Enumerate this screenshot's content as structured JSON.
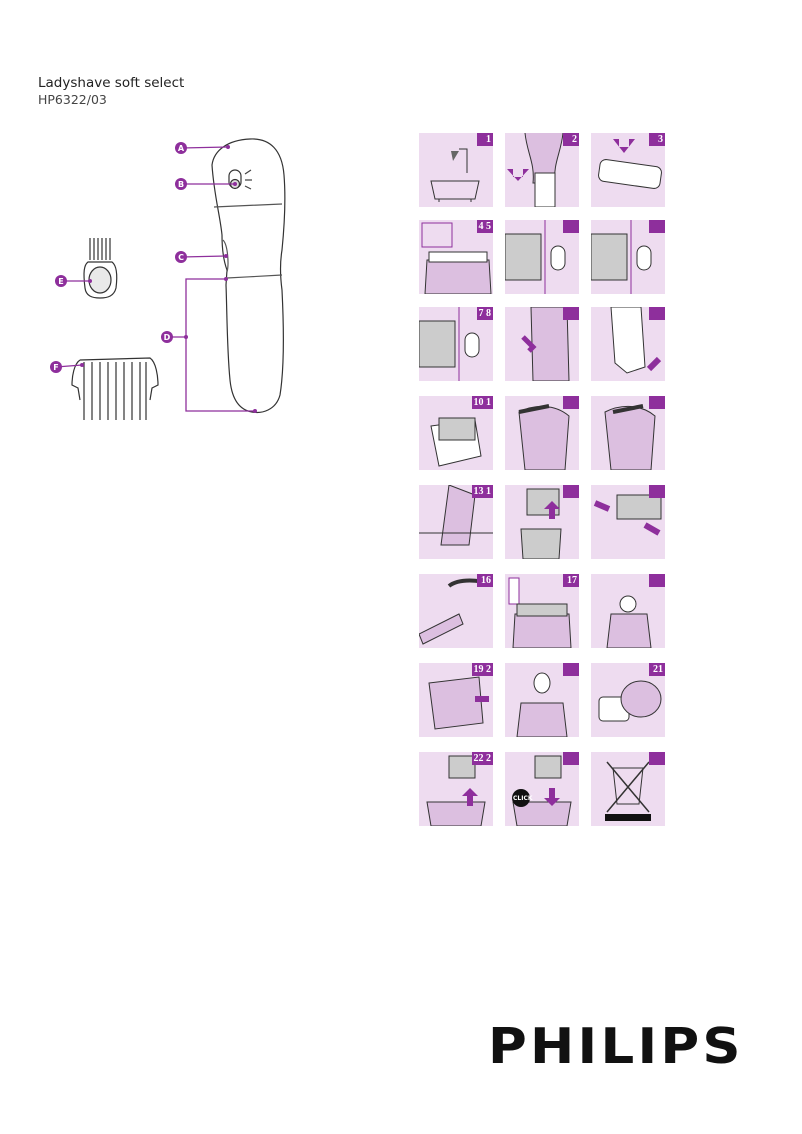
{
  "document": {
    "title": "Ladyshave soft select",
    "model": "HP6322/03"
  },
  "diagram": {
    "accent_color": "#8e2f9c",
    "callouts": [
      "A",
      "B",
      "C",
      "D",
      "E",
      "F"
    ]
  },
  "steps": [
    {
      "label": "1"
    },
    {
      "label": "2"
    },
    {
      "label": "3"
    },
    {
      "label": "4 5"
    },
    {
      "label": ""
    },
    {
      "label": ""
    },
    {
      "label": "7 8"
    },
    {
      "label": ""
    },
    {
      "label": ""
    },
    {
      "label": "10 1"
    },
    {
      "label": ""
    },
    {
      "label": ""
    },
    {
      "label": "13 1"
    },
    {
      "label": ""
    },
    {
      "label": ""
    },
    {
      "label": "16"
    },
    {
      "label": "17"
    },
    {
      "label": ""
    },
    {
      "label": "19 2"
    },
    {
      "label": ""
    },
    {
      "label": "21"
    },
    {
      "label": "22 2"
    },
    {
      "label": ""
    },
    {
      "label": ""
    }
  ],
  "click_text": "CLICK",
  "brand": {
    "logo_text": "PHILIPS"
  }
}
